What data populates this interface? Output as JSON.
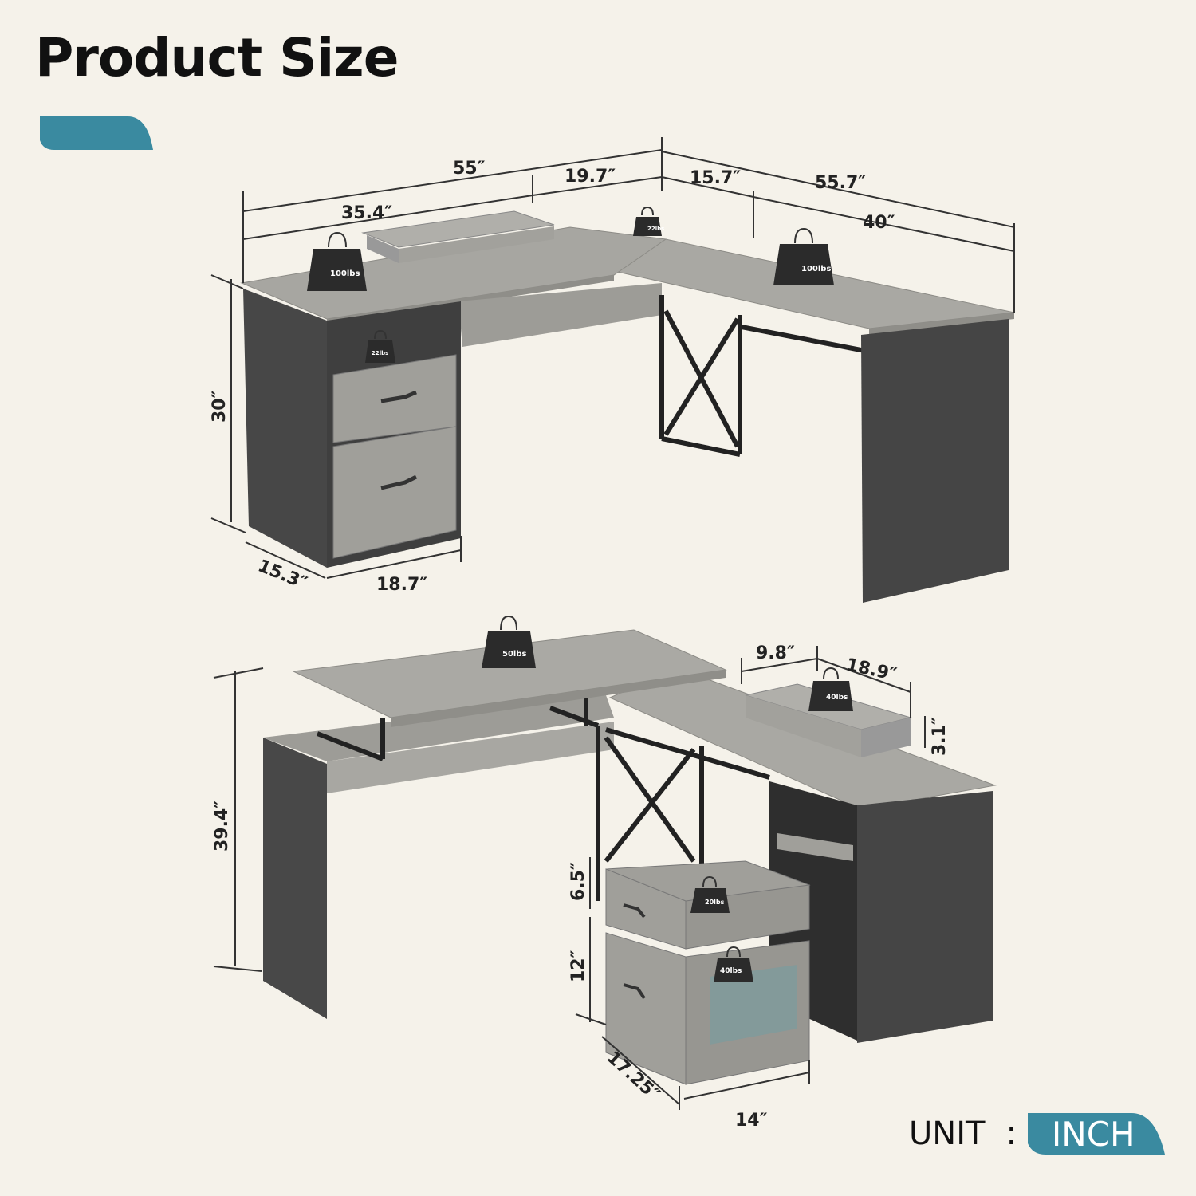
{
  "header": {
    "title": "Product Size"
  },
  "colors": {
    "accent": "#3a8aa0",
    "background": "#f5f2ea",
    "panel": "#454545",
    "wood": "#a7a6a1",
    "metal": "#222222"
  },
  "unit": {
    "label": "UNIT",
    "separator": ":",
    "value": "INCH"
  },
  "top_view": {
    "dimensions": {
      "total_left_width": "55″",
      "left_desk_width": "35.4″",
      "corner_left": "19.7″",
      "corner_right": "15.7″",
      "total_right_width": "55.7″",
      "right_desk_width": "40″",
      "height": "30″",
      "cabinet_depth": "15.3″",
      "cabinet_width": "18.7″"
    },
    "weights": [
      "100lbs",
      "22lbs",
      "100lbs",
      "22lbs"
    ]
  },
  "bottom_view": {
    "dimensions": {
      "lift_height": "39.4″",
      "riser_depth": "9.8″",
      "riser_width": "18.9″",
      "riser_height": "3.1″",
      "drawer_small_height": "6.5″",
      "drawer_large_height": "12″",
      "drawer_depth": "17.25″",
      "drawer_width": "14″"
    },
    "weights": [
      "50lbs",
      "40lbs",
      "20lbs",
      "40lbs"
    ]
  }
}
